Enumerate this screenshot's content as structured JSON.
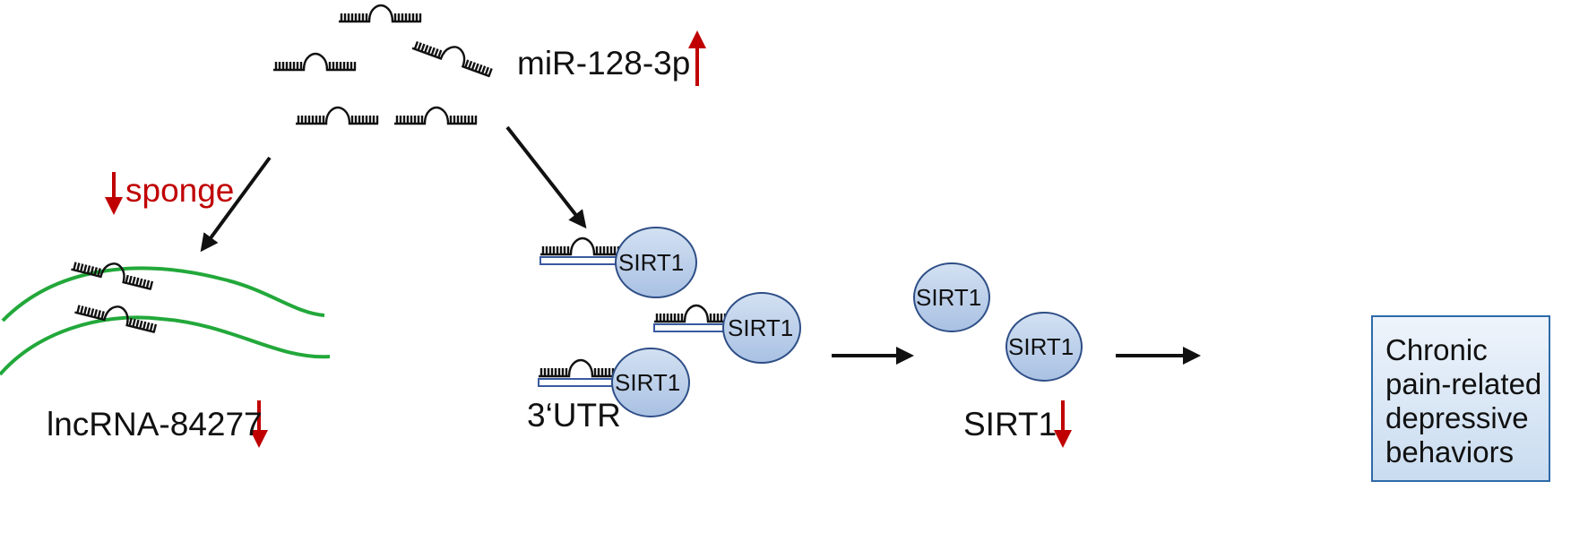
{
  "labels": {
    "mirna": "miR-128-3p",
    "sponge": "sponge",
    "lncrna": "lncRNA-84277",
    "utr": "3‘UTR",
    "sirt1_summary": "SIRT1"
  },
  "proteins": {
    "bound_1": "SIRT1",
    "bound_2": "SIRT1",
    "bound_3": "SIRT1",
    "free_1": "SIRT1",
    "free_2": "SIRT1"
  },
  "outcome": {
    "lines": [
      "Chronic",
      "pain-related",
      "depressive",
      "behaviors"
    ]
  },
  "indicators": {
    "mirna": "up",
    "sponge": "down",
    "lncrna": "down",
    "sirt1": "down"
  },
  "colors": {
    "arrow_red": "#c00000",
    "arrow_black": "#111111",
    "lncrna_strand": "#22a83a",
    "protein_fill": "#b7cbe8",
    "protein_stroke": "#2e4e86",
    "utr_stroke": "#3a5aa0",
    "box_border": "#2e6aa8"
  }
}
